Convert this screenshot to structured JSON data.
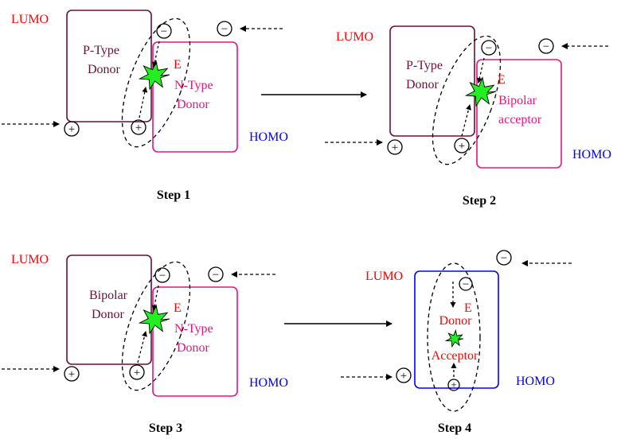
{
  "colors": {
    "lumo": "#ff0000",
    "homo": "#0000ff",
    "p_box": "#6b0f3a",
    "n_box": "#e8137f",
    "step4_box": "#0000ff",
    "emitter": "#22ee22",
    "arrow": "#000000"
  },
  "labels": {
    "lumo": "LUMO",
    "homo": "HOMO",
    "e": "E",
    "plus": "+",
    "minus": "−"
  },
  "steps": [
    {
      "caption": "Step 1",
      "left_box": "P-Type Donor",
      "right_box": "N-Type Donor"
    },
    {
      "caption": "Step 2",
      "left_box": "P-Type Donor",
      "right_box": "Bipolar acceptor"
    },
    {
      "caption": "Step 3",
      "left_box": "Bipolar Donor",
      "right_box": "N-Type Donor"
    },
    {
      "caption": "Step 4",
      "top_label": "Donor",
      "bottom_label": "Acceptor"
    }
  ],
  "split": {
    "p_type": [
      "P-Type",
      "Donor"
    ],
    "n_type": [
      "N-Type",
      "Donor"
    ],
    "bipolar_acc": [
      "Bipolar",
      "acceptor"
    ],
    "bipolar_don": [
      "Bipolar",
      "Donor"
    ]
  }
}
